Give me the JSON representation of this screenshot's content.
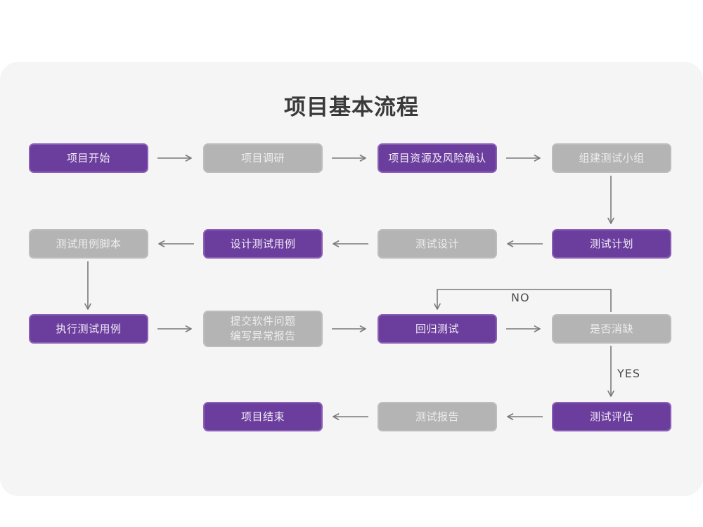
{
  "diagram": {
    "title": "项目基本流程",
    "background_color": "#f5f5f5",
    "page_color": "#ffffff",
    "accent_purple": "#6b3e9e",
    "accent_gray": "#b4b4b4",
    "connector_color": "#7a7a7a"
  },
  "nodes": [
    {
      "id": "n1",
      "label": "项目开始",
      "style": "purple",
      "row": 1
    },
    {
      "id": "n2",
      "label": "项目调研",
      "style": "gray",
      "row": 1
    },
    {
      "id": "n3",
      "label": "项目资源及风险确认",
      "style": "purple",
      "row": 1
    },
    {
      "id": "n4",
      "label": "组建测试小组",
      "style": "gray",
      "row": 1
    },
    {
      "id": "n5",
      "label": "测试用例脚本",
      "style": "gray",
      "row": 2
    },
    {
      "id": "n6",
      "label": "设计测试用例",
      "style": "purple",
      "row": 2
    },
    {
      "id": "n7",
      "label": "测试设计",
      "style": "gray",
      "row": 2
    },
    {
      "id": "n8",
      "label": "测试计划",
      "style": "purple",
      "row": 2
    },
    {
      "id": "n9",
      "label": "执行测试用例",
      "style": "purple",
      "row": 3
    },
    {
      "id": "n10",
      "label": "提交软件问题\n编写异常报告",
      "style": "gray",
      "row": 3
    },
    {
      "id": "n11",
      "label": "回归测试",
      "style": "purple",
      "row": 3
    },
    {
      "id": "n12",
      "label": "是否消缺",
      "style": "gray",
      "row": 3
    },
    {
      "id": "n13",
      "label": "项目结束",
      "style": "purple",
      "row": 4
    },
    {
      "id": "n14",
      "label": "测试报告",
      "style": "gray",
      "row": 4
    },
    {
      "id": "n15",
      "label": "测试评估",
      "style": "purple",
      "row": 4
    }
  ],
  "edge_labels": {
    "no": "NO",
    "yes": "YES"
  },
  "flow": [
    {
      "from": "项目开始",
      "to": "项目调研",
      "direction": "right"
    },
    {
      "from": "项目调研",
      "to": "项目资源及风险确认",
      "direction": "right"
    },
    {
      "from": "项目资源及风险确认",
      "to": "组建测试小组",
      "direction": "right"
    },
    {
      "from": "组建测试小组",
      "to": "测试计划",
      "direction": "down"
    },
    {
      "from": "测试计划",
      "to": "测试设计",
      "direction": "left"
    },
    {
      "from": "测试设计",
      "to": "设计测试用例",
      "direction": "left"
    },
    {
      "from": "设计测试用例",
      "to": "测试用例脚本",
      "direction": "left"
    },
    {
      "from": "测试用例脚本",
      "to": "执行测试用例",
      "direction": "down"
    },
    {
      "from": "执行测试用例",
      "to": "提交软件问题编写异常报告",
      "direction": "right"
    },
    {
      "from": "提交软件问题编写异常报告",
      "to": "回归测试",
      "direction": "right"
    },
    {
      "from": "回归测试",
      "to": "是否消缺",
      "direction": "right"
    },
    {
      "from": "是否消缺",
      "to": "回归测试",
      "direction": "up-left",
      "label": "NO"
    },
    {
      "from": "是否消缺",
      "to": "测试评估",
      "direction": "down",
      "label": "YES"
    },
    {
      "from": "测试评估",
      "to": "测试报告",
      "direction": "left"
    },
    {
      "from": "测试报告",
      "to": "项目结束",
      "direction": "left"
    }
  ]
}
